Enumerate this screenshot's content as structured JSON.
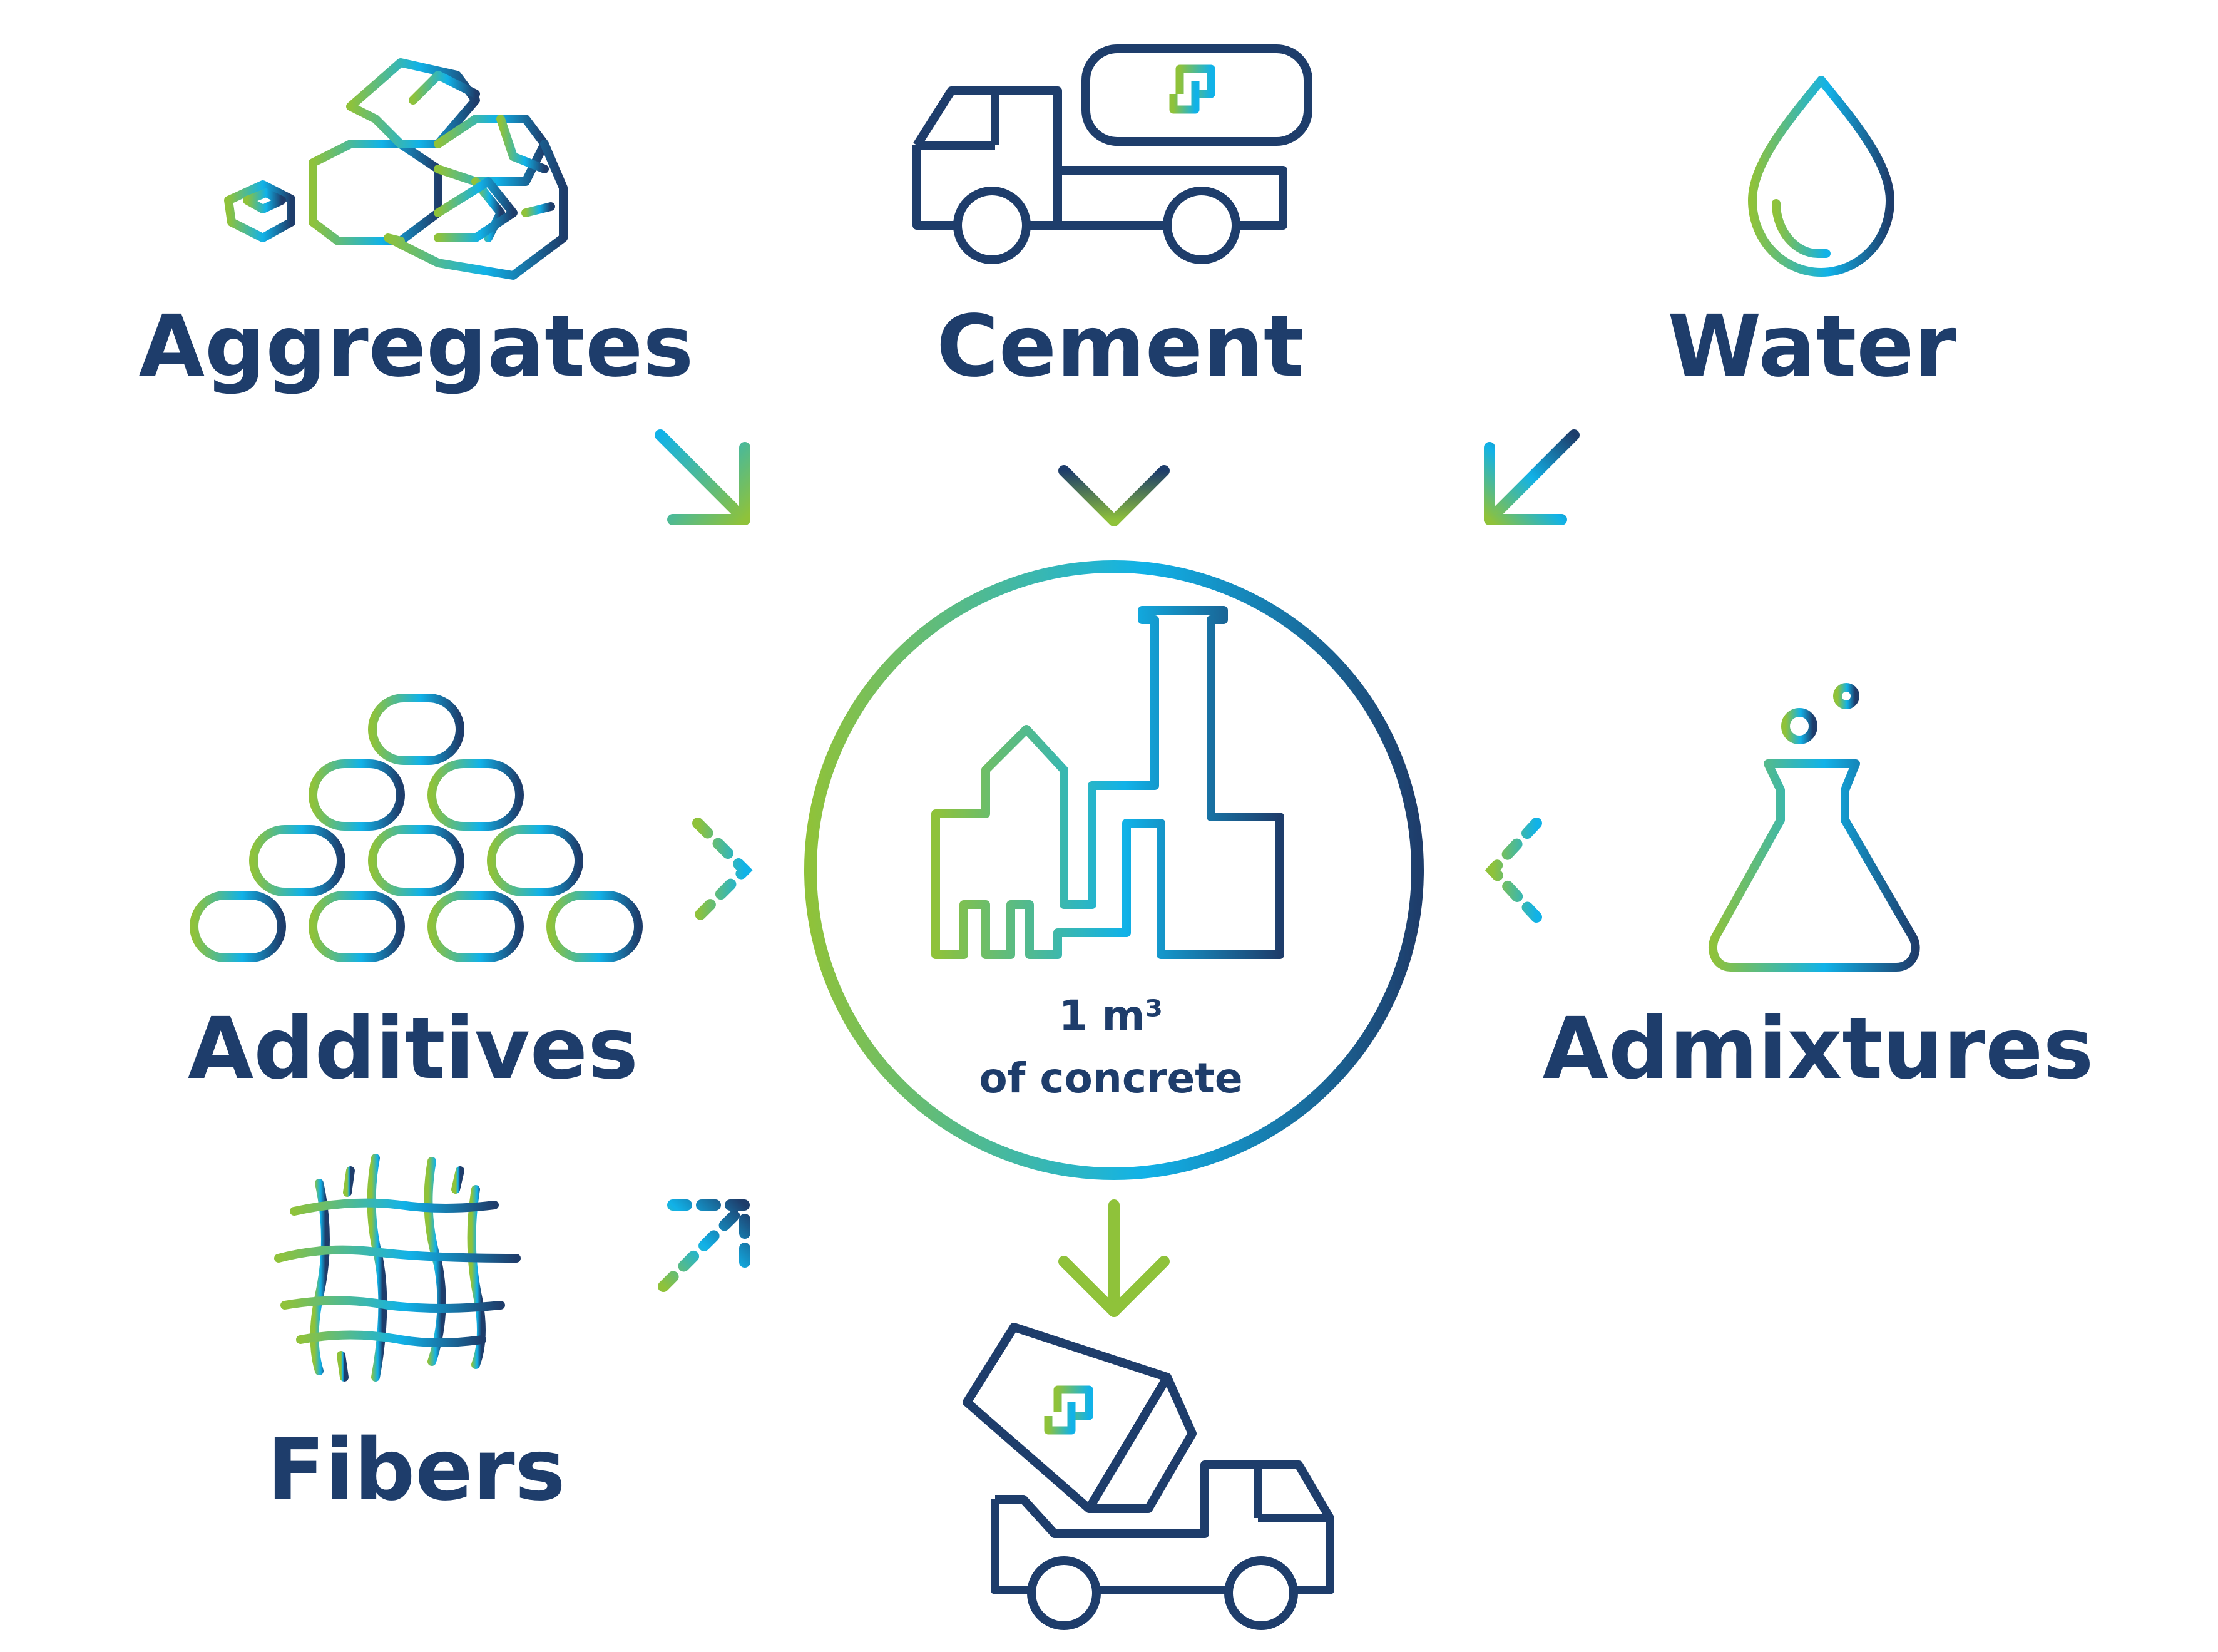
{
  "colors": {
    "navy": "#1e3d6b",
    "cyan": "#11b2e8",
    "green": "#8fc23a",
    "background": "#ffffff"
  },
  "inputs": {
    "aggregates": "Aggregates",
    "cement": "Cement",
    "water": "Water",
    "additives": "Additives",
    "admixtures": "Admixtures",
    "fibers": "Fibers"
  },
  "center": {
    "line1": "1 m³",
    "line2": "of concrete"
  },
  "icons": {
    "aggregates": "rock-pile-icon",
    "cement": "cement-tanker-truck-icon",
    "water": "water-drop-icon",
    "additives": "stacked-pipes-icon",
    "admixtures": "flask-icon",
    "fibers": "fiber-mesh-icon",
    "center": "factory-icon",
    "output": "concrete-mixer-truck-icon"
  }
}
